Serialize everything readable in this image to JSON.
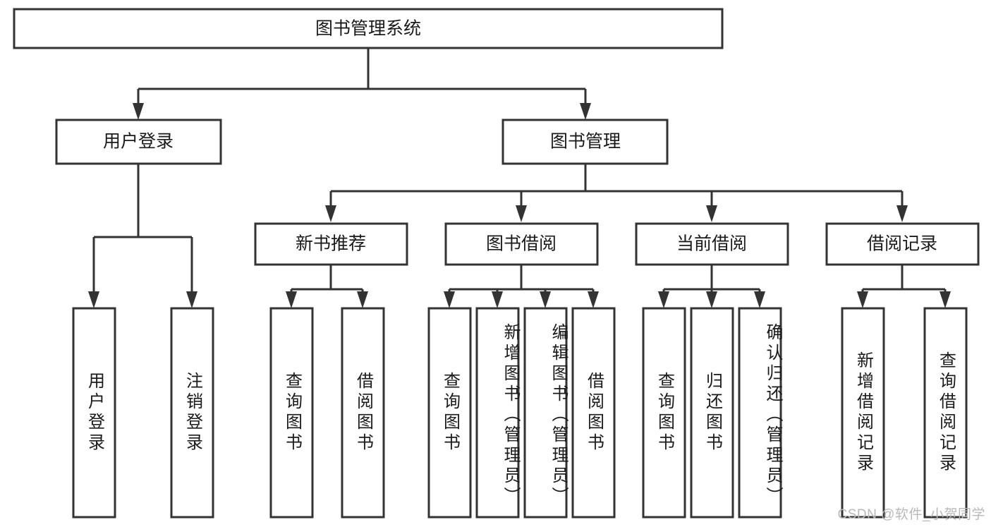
{
  "diagram": {
    "title": "图书管理系统",
    "type": "tree-hierarchy-diagram",
    "colors": {
      "box_stroke": "#333333",
      "box_fill": "#ffffff",
      "text": "#1a1a1a",
      "watermark": "#b8b8b8",
      "background": "#ffffff"
    },
    "root": {
      "label": "图书管理系统"
    },
    "level2": [
      {
        "label": "用户登录"
      },
      {
        "label": "图书管理"
      }
    ],
    "level3": [
      {
        "label": "新书推荐"
      },
      {
        "label": "图书借阅"
      },
      {
        "label": "当前借阅"
      },
      {
        "label": "借阅记录"
      }
    ],
    "leaves": [
      {
        "label": "用户登录",
        "parent": "用户登录"
      },
      {
        "label": "注销登录",
        "parent": "用户登录"
      },
      {
        "label": "查询图书",
        "parent": "新书推荐"
      },
      {
        "label": "借阅图书",
        "parent": "新书推荐"
      },
      {
        "label": "查询图书",
        "parent": "图书借阅"
      },
      {
        "label": "新增图书（管理员）",
        "parent": "图书借阅"
      },
      {
        "label": "编辑图书（管理员）",
        "parent": "图书借阅"
      },
      {
        "label": "借阅图书",
        "parent": "图书借阅"
      },
      {
        "label": "查询图书",
        "parent": "当前借阅"
      },
      {
        "label": "归还图书",
        "parent": "当前借阅"
      },
      {
        "label": "确认归还（管理员）",
        "parent": "当前借阅"
      },
      {
        "label": "新增借阅记录",
        "parent": "借阅记录"
      },
      {
        "label": "查询借阅记录",
        "parent": "借阅记录"
      }
    ],
    "watermark": "CSDN @软件_小贺同学"
  }
}
